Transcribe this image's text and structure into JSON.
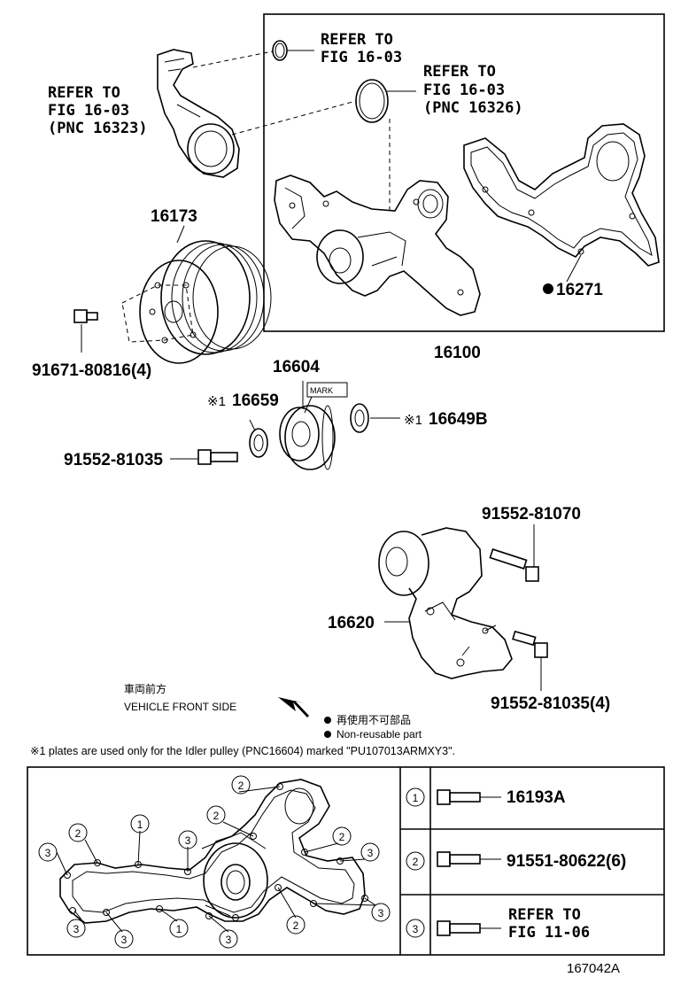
{
  "refs": {
    "top_center_1": "REFER TO",
    "top_center_2": "FIG 16-03",
    "top_right_1": "REFER TO",
    "top_right_2": "FIG 16-03",
    "top_right_3": "(PNC 16326)",
    "left_1": "REFER TO",
    "left_2": "FIG 16-03",
    "left_3": "(PNC 16323)"
  },
  "parts": {
    "p16173": "16173",
    "p91671": "91671-80816(4)",
    "p16271": "16271",
    "p16100": "16100",
    "p16604": "16604",
    "mark": "MARK",
    "p16659_sym": "※1",
    "p16659": "16659",
    "p16649_sym": "※1",
    "p16649": "16649B",
    "p91552a": "91552-81035",
    "p91552b": "91552-81070",
    "p16620": "16620",
    "p91552c": "91552-81035(4)"
  },
  "legend": {
    "jp_front": "車両前方",
    "en_front": "VEHICLE FRONT SIDE",
    "jp_nonreuse": "再使用不可部品",
    "en_nonreuse": "Non-reusable part",
    "footnote": "※1 plates are used only for the Idler pulley (PNC16604) marked \"PU107013ARMXY3\"."
  },
  "table": {
    "rows": [
      {
        "key": "1",
        "part_1": "16193A",
        "part_2": ""
      },
      {
        "key": "2",
        "part_1": "91551-80622(6)",
        "part_2": ""
      },
      {
        "key": "3",
        "part_1": "REFER TO",
        "part_2": "FIG 11-06"
      }
    ]
  },
  "figure_id": "167042A"
}
